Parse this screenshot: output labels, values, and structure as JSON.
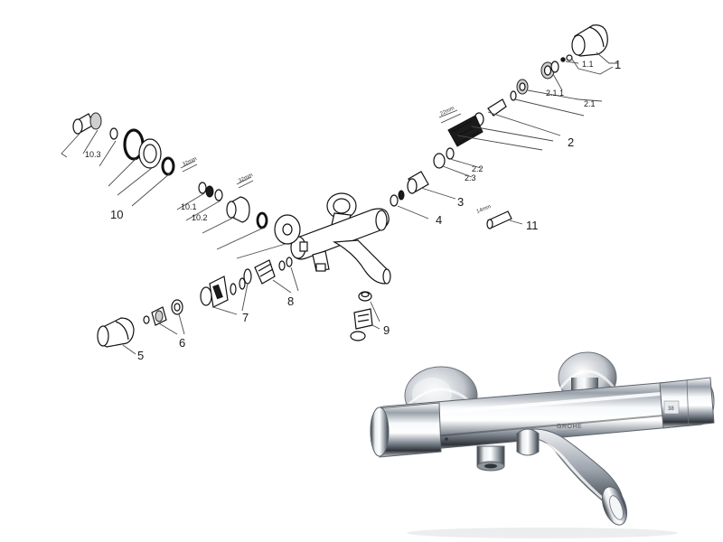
{
  "callouts": {
    "c1": "1",
    "c1_1": "1.1",
    "c2": "2",
    "c2_1": "2.1",
    "c2_1_1": "2.1.1",
    "c2_2": "2.2",
    "c2_3": "2.3",
    "c3": "3",
    "c4": "4",
    "c5": "5",
    "c6": "6",
    "c7": "7",
    "c8": "8",
    "c9": "9",
    "c10": "10",
    "c10_1": "10.1",
    "c10_2": "10.2",
    "c10_3": "10.3",
    "c11": "11"
  },
  "dimensions": {
    "d14mm": "14mm",
    "d32mm_a": "32mm",
    "d32mm_b": "32mm",
    "d22mm": "22mm"
  },
  "product": {
    "brand": "GROHE",
    "scale_mark": "38"
  },
  "colors": {
    "chrome_light": "#f4f6f8",
    "chrome_mid": "#b8bec6",
    "chrome_dark": "#3c4148",
    "line": "#111111"
  }
}
